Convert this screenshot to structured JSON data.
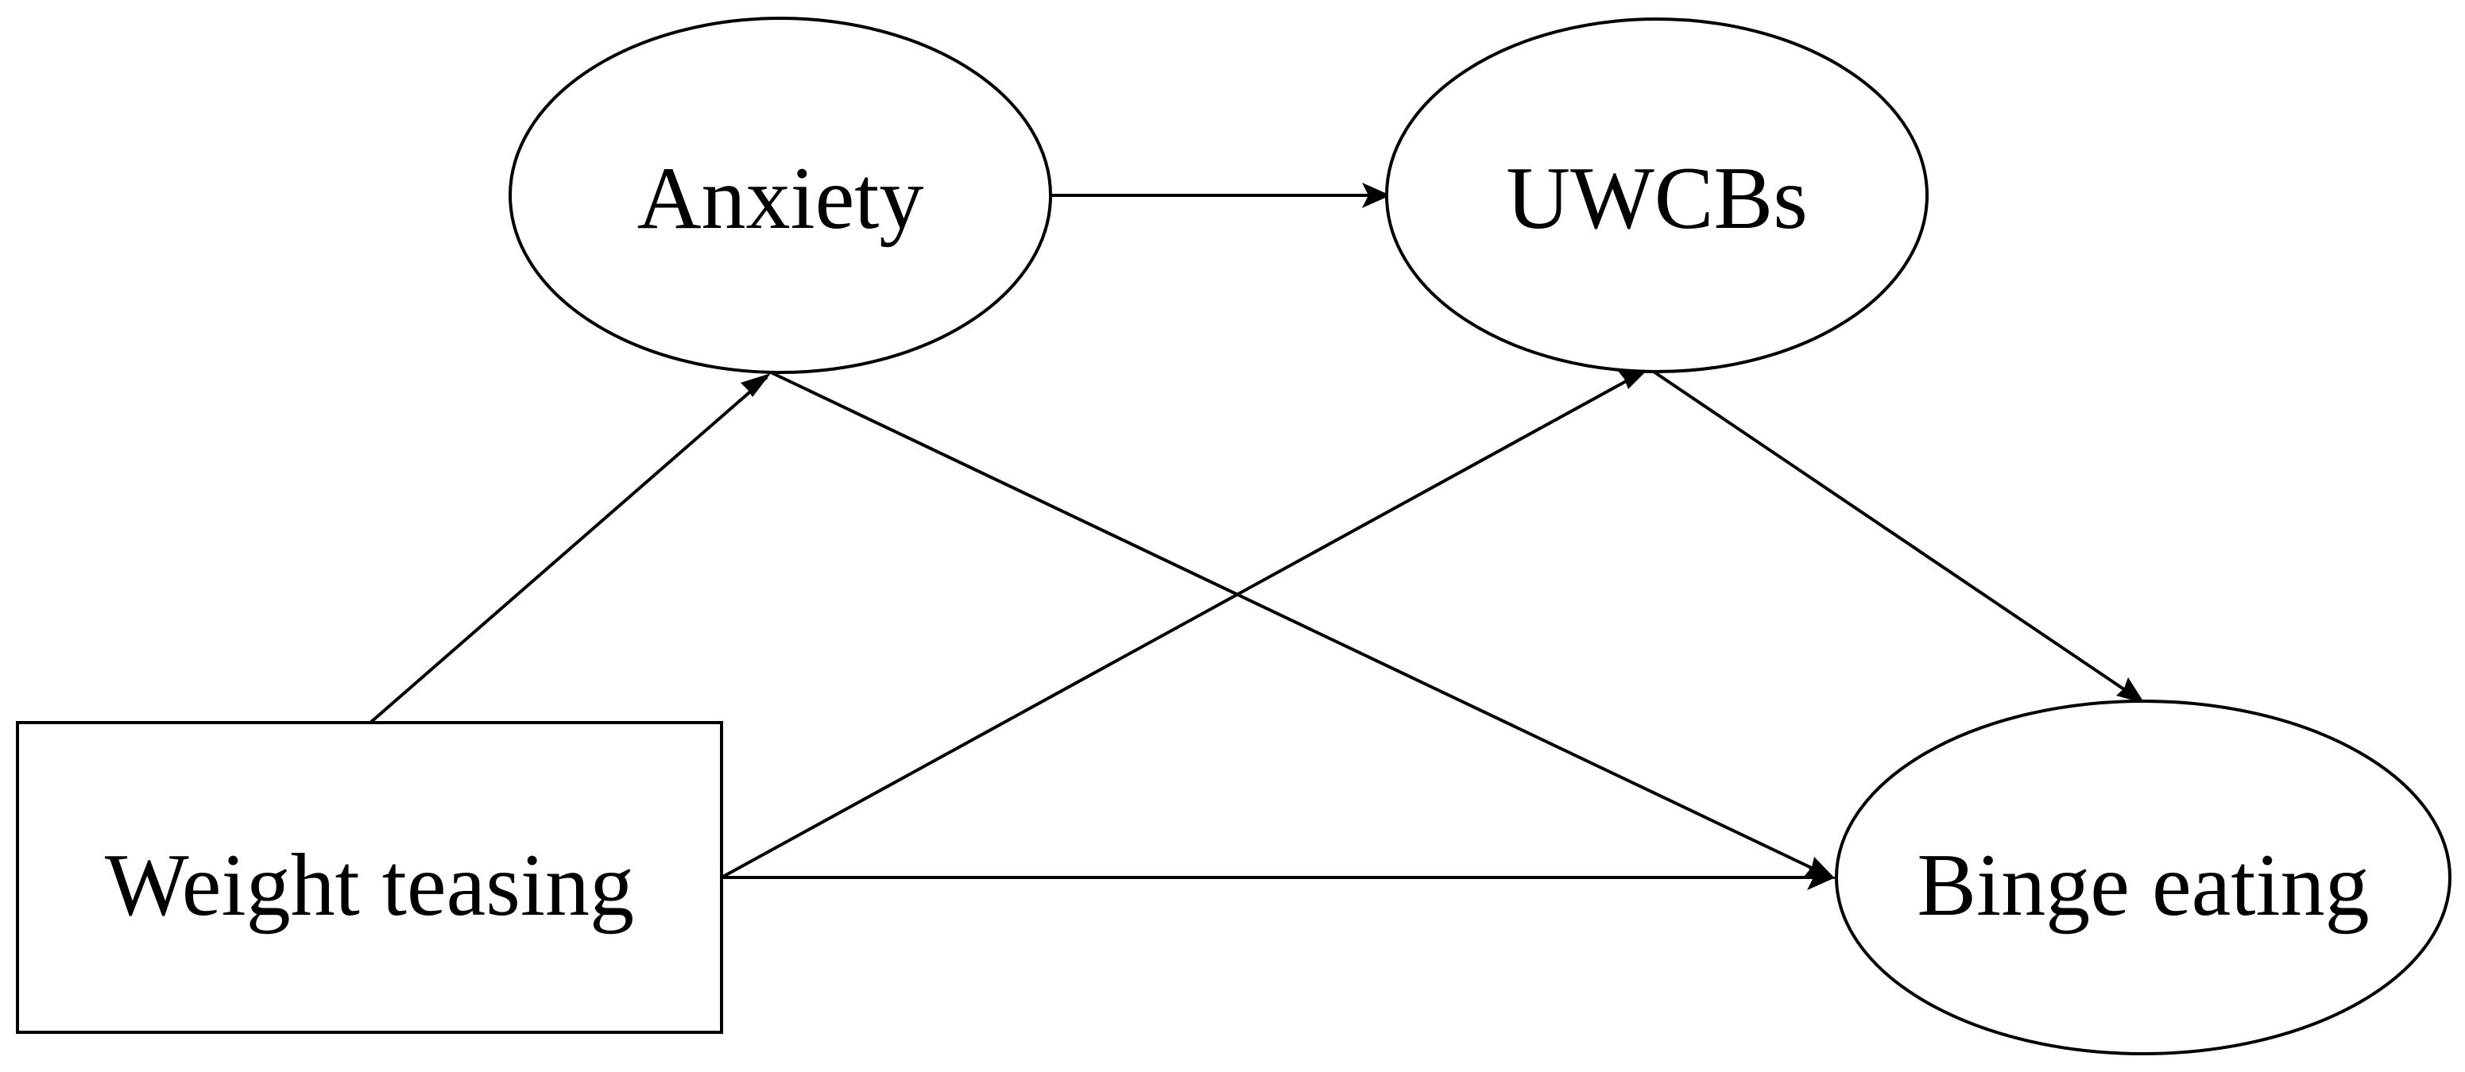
{
  "nodes": {
    "weight_teasing": {
      "label": "Weight teasing",
      "shape": "rectangle"
    },
    "anxiety": {
      "label": "Anxiety",
      "shape": "ellipse"
    },
    "uwcbs": {
      "label": "UWCBs",
      "shape": "ellipse"
    },
    "binge_eating": {
      "label": "Binge eating",
      "shape": "ellipse"
    }
  },
  "edges": [
    {
      "from": "anxiety",
      "to": "uwcbs"
    },
    {
      "from": "weight_teasing",
      "to": "anxiety"
    },
    {
      "from": "weight_teasing",
      "to": "uwcbs"
    },
    {
      "from": "weight_teasing",
      "to": "binge_eating"
    },
    {
      "from": "anxiety",
      "to": "binge_eating"
    },
    {
      "from": "uwcbs",
      "to": "binge_eating"
    }
  ],
  "colors": {
    "stroke": "#000000",
    "background": "#ffffff"
  }
}
